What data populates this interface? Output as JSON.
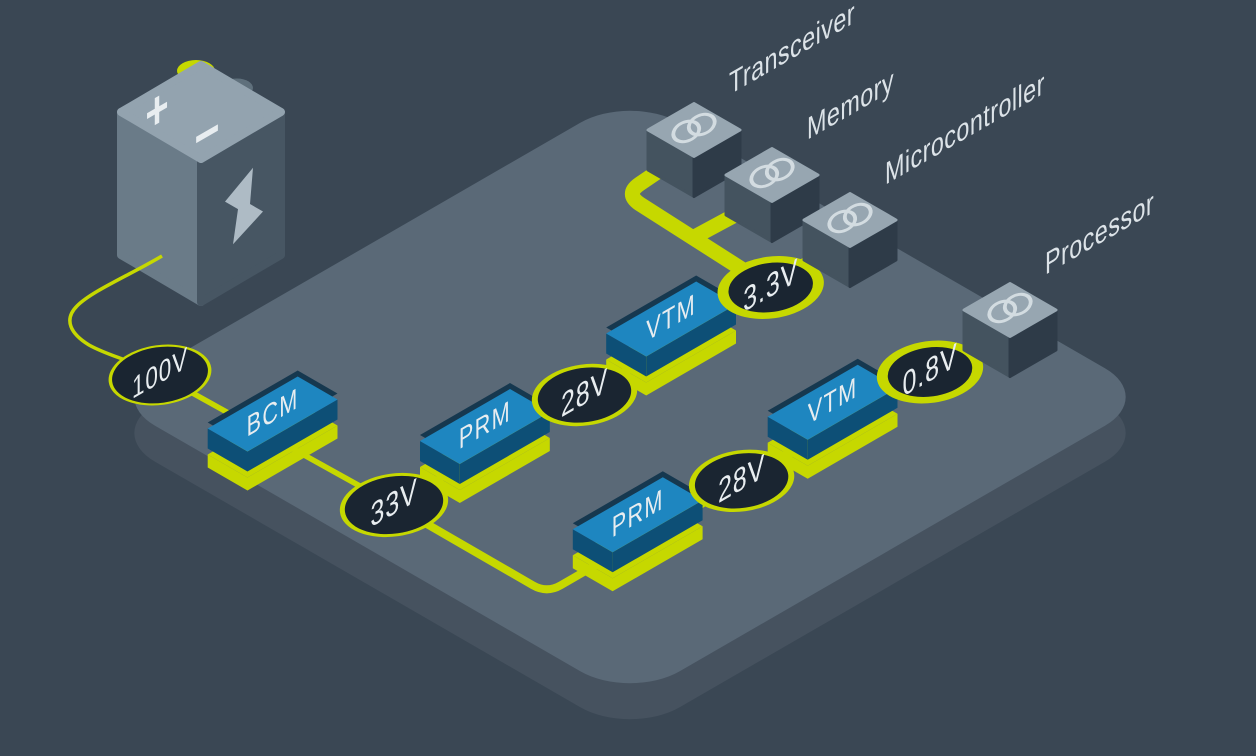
{
  "diagram_title": "isometric-power-component-chain",
  "palette": {
    "background": "#3A4754",
    "board": "#5A6977",
    "board_side": "#46525F",
    "wire": "#C6D800",
    "module_top": "#1E86C0",
    "module_side": "#0D4F76",
    "module_back": "#16384F",
    "node_fill": "#1A2531",
    "chip_top": "#97A6B1",
    "chip_left": "#44535F",
    "chip_right": "#2E3B48",
    "chip_icon": "#D3DCE1",
    "battery_top": "#93A3AF",
    "battery_left": "#6A7B88",
    "battery_right": "#475663",
    "battery_bolt": "#AEBBC5",
    "terminal_dark": "#25313D",
    "terminal_gray": "#5F707C",
    "text": "#E8EDF0"
  },
  "battery": {
    "plus_label": "+",
    "minus_label": "−"
  },
  "nodes": [
    {
      "id": "node-100v",
      "label": "100V"
    },
    {
      "id": "node-33v",
      "label": "33V"
    },
    {
      "id": "node-28v-upper",
      "label": "28V"
    },
    {
      "id": "node-3-3v",
      "label": "3.3V"
    },
    {
      "id": "node-28v-lower",
      "label": "28V"
    },
    {
      "id": "node-0-8v",
      "label": "0.8V"
    }
  ],
  "modules": [
    {
      "id": "module-bcm",
      "label": "BCM"
    },
    {
      "id": "module-prm-upper",
      "label": "PRM"
    },
    {
      "id": "module-vtm-upper",
      "label": "VTM"
    },
    {
      "id": "module-prm-lower",
      "label": "PRM"
    },
    {
      "id": "module-vtm-lower",
      "label": "VTM"
    }
  ],
  "loads": [
    {
      "id": "load-transceiver",
      "label": "Transceiver"
    },
    {
      "id": "load-memory",
      "label": "Memory"
    },
    {
      "id": "load-microcontroller",
      "label": "Microcontroller"
    },
    {
      "id": "load-processor",
      "label": "Processor"
    }
  ]
}
